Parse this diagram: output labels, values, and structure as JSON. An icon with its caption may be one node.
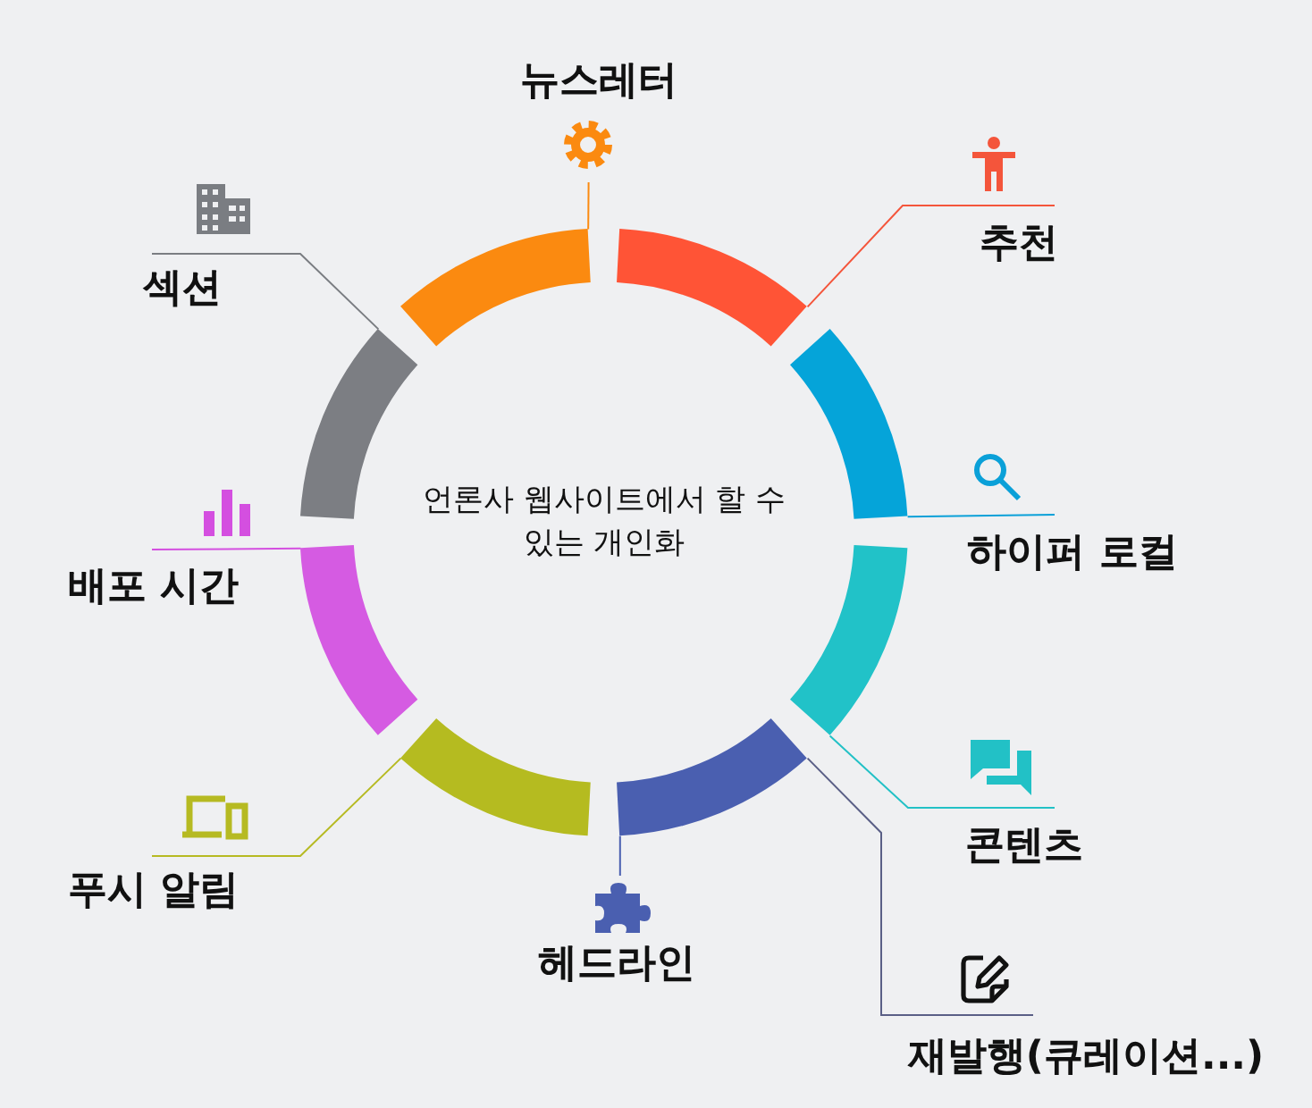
{
  "diagram": {
    "nodes": [
      {
        "text": [
          "언론사 웹사이트에서 할 수 있는 개인화"
        ]
      },
      {
        "text": [
          "뉴스레터"
        ]
      },
      {
        "text": [
          "추천"
        ]
      },
      {
        "text": [
          "하이퍼 로컬"
        ]
      },
      {
        "text": [
          "콘텐츠"
        ]
      },
      {
        "text": [
          "재발행(큐레이션...)"
        ]
      },
      {
        "text": [
          "헤드라인"
        ]
      },
      {
        "text": [
          "푸시 알림"
        ]
      },
      {
        "text": [
          "배포 시간"
        ]
      },
      {
        "text": [
          "섹션"
        ]
      },
      {
        "text": [],
        "shape": "arc"
      },
      {
        "text": [],
        "shape": "arc"
      },
      {
        "text": [],
        "shape": "arc"
      },
      {
        "text": [],
        "shape": "arc"
      },
      {
        "text": [],
        "shape": "arc"
      },
      {
        "text": [],
        "shape": "arc"
      },
      {
        "text": [],
        "shape": "arc"
      },
      {
        "text": [],
        "shape": "arc"
      }
    ],
    "edges": [
      {
        "from": 1,
        "to": 10,
        "arrow": "none",
        "color": "#fb8a10"
      },
      {
        "from": 2,
        "to": 11,
        "arrow": "none",
        "color": "#f4553b"
      },
      {
        "from": 3,
        "to": 12,
        "arrow": "none",
        "color": "#0aa0d8"
      },
      {
        "from": 4,
        "to": 13,
        "arrow": "none",
        "color": "#22c1c6"
      },
      {
        "from": 5,
        "to": 14,
        "arrow": "none",
        "color": "#5a5f86"
      },
      {
        "from": 6,
        "to": 14,
        "arrow": "none",
        "color": "#4a5fb0"
      },
      {
        "from": 7,
        "to": 15,
        "arrow": "none",
        "color": "#b6ba22"
      },
      {
        "from": 8,
        "to": 16,
        "arrow": "none",
        "color": "#d44fe0"
      },
      {
        "from": 9,
        "to": 17,
        "arrow": "none",
        "color": "#7a7d82"
      }
    ]
  }
}
